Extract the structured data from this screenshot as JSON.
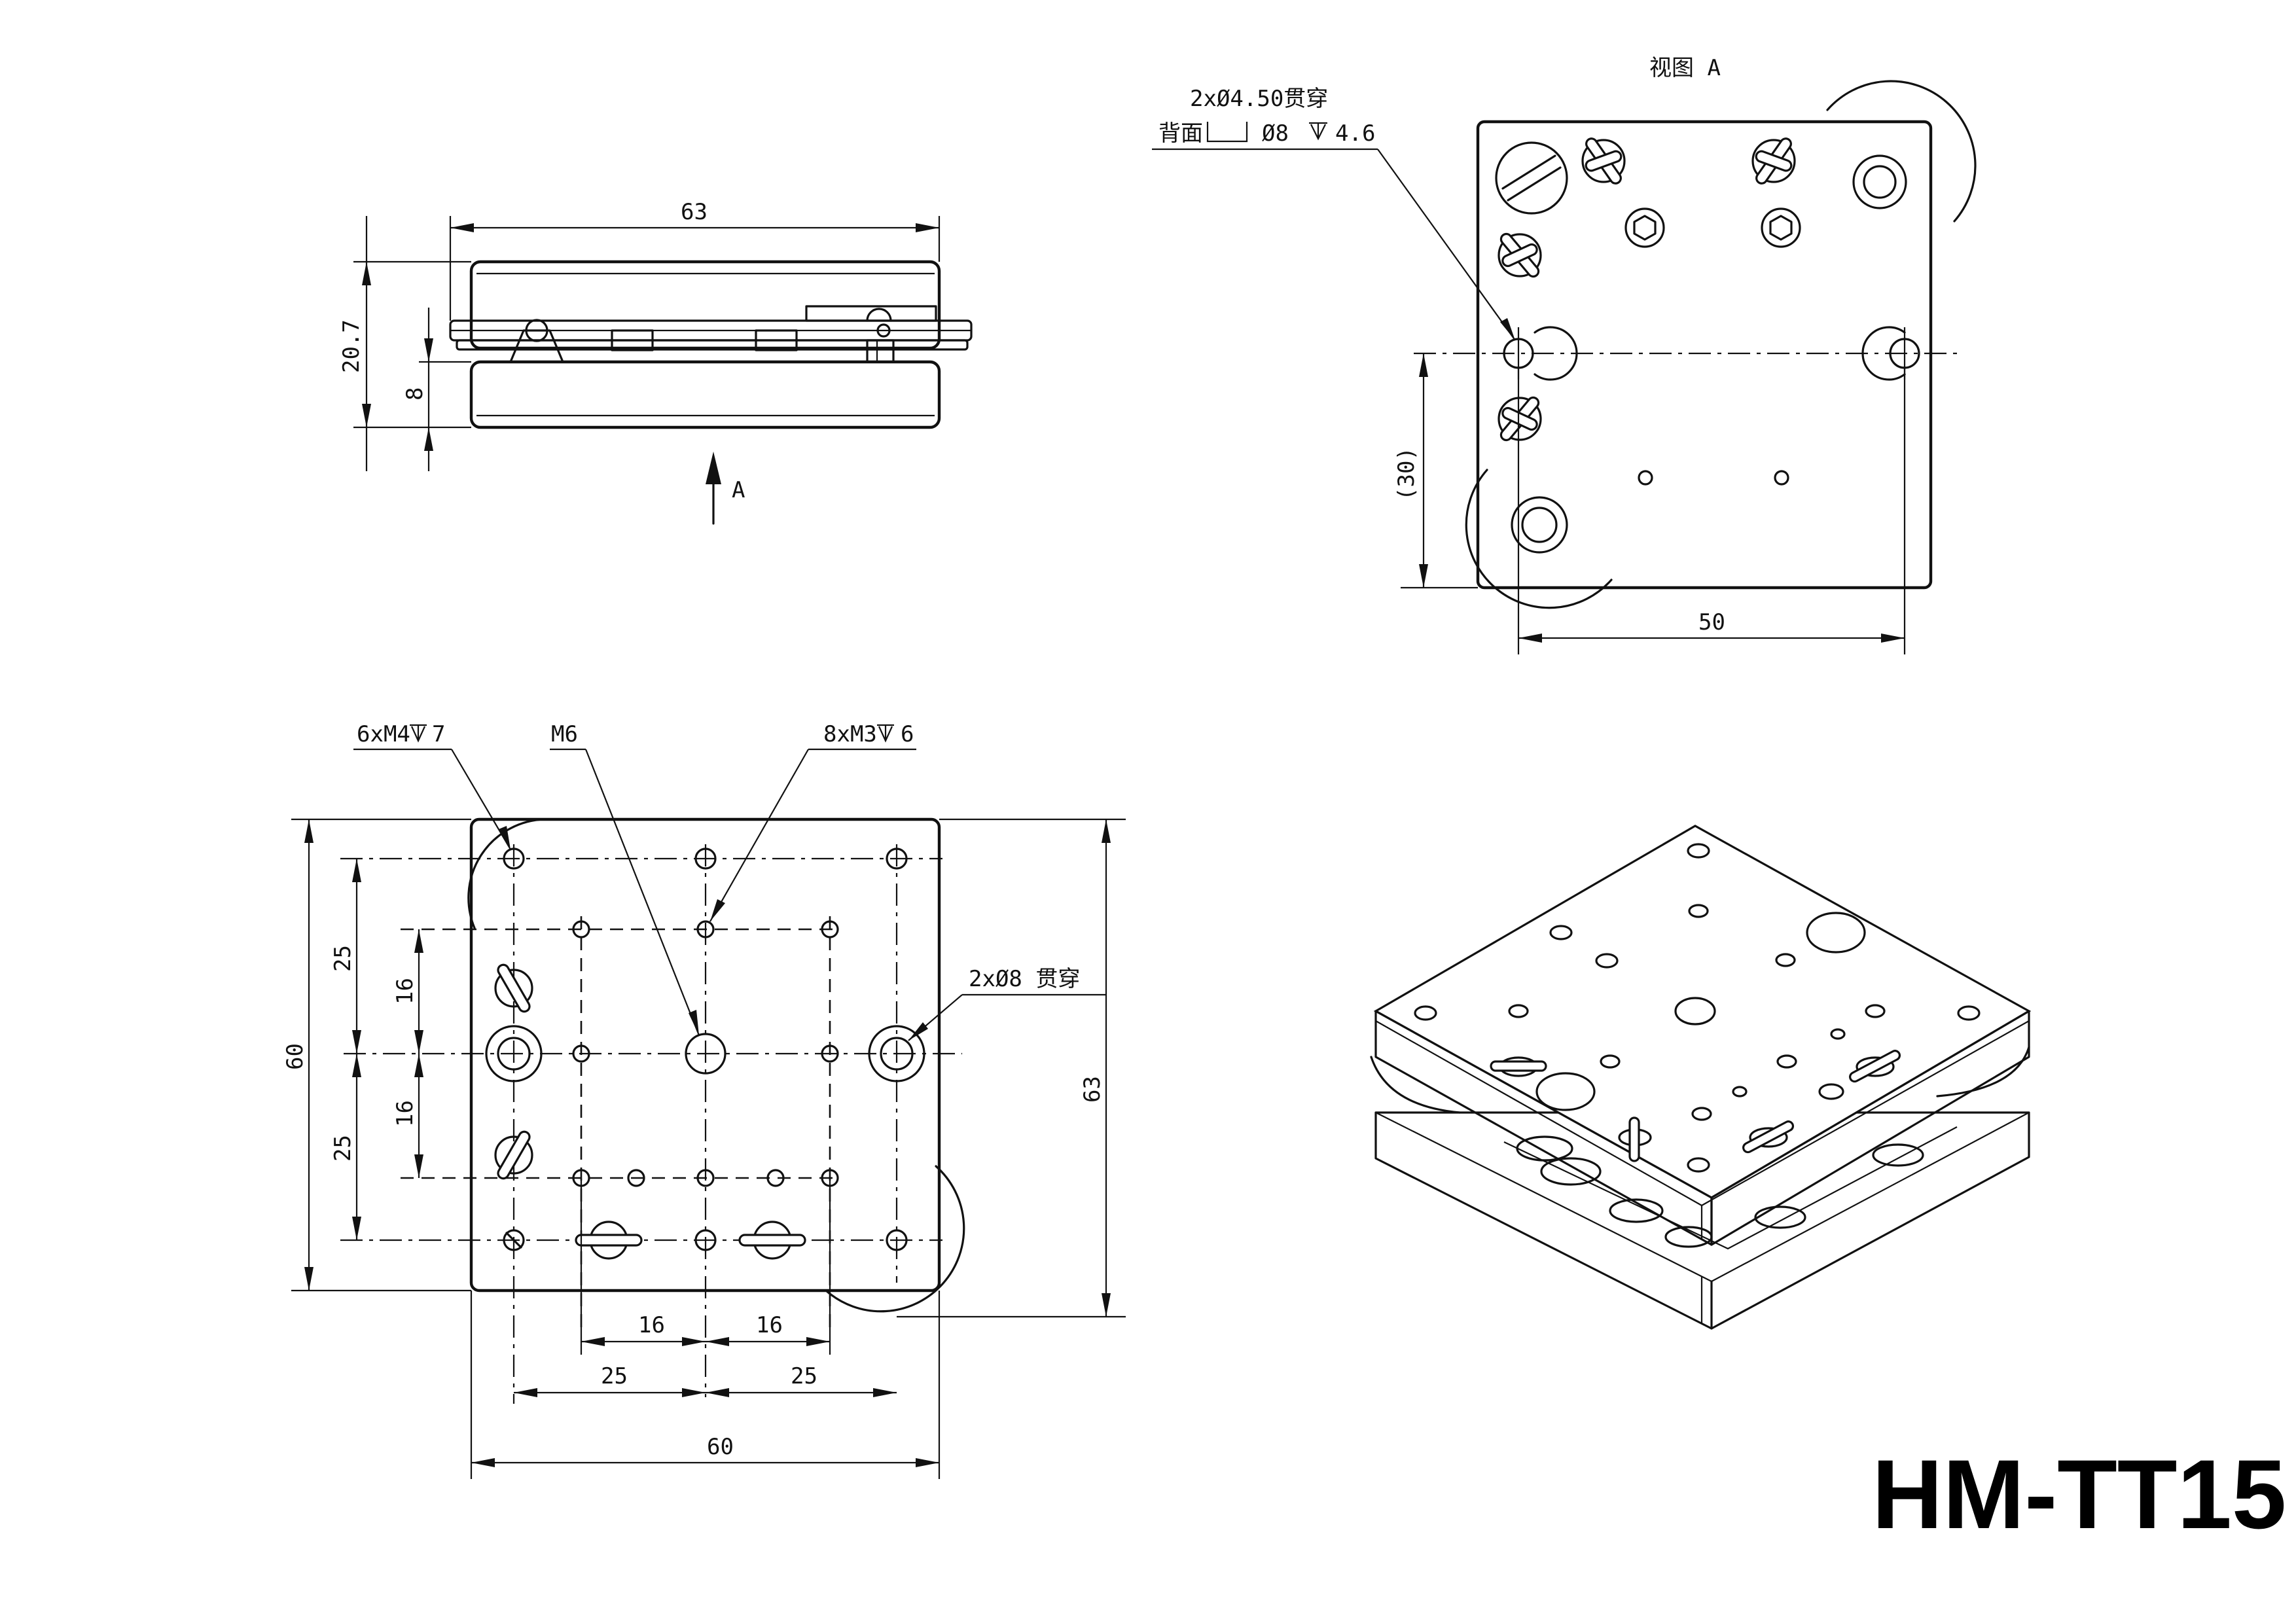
{
  "title": "HM-TT15",
  "view_a": {
    "label": "视图 A"
  },
  "view_arrow_label": "A",
  "dimensions": {
    "side_width": "63",
    "side_height": "20.7",
    "side_lower": "8",
    "va_offset": "(30)",
    "va_width": "50",
    "top_height_left": "60",
    "top_height_right": "63",
    "top_width": "60",
    "left_25a": "25",
    "left_16a": "16",
    "left_16b": "16",
    "left_25b": "25",
    "bottom_16a": "16",
    "bottom_16b": "16",
    "bottom_25a": "25",
    "bottom_25b": "25"
  },
  "callouts": {
    "m4": "6xM4",
    "m4_depth": "7",
    "m6": "M6",
    "m3": "8xM3",
    "m3_depth": "6",
    "through8": "2xØ8 贯穿",
    "hole45_line1": "2xØ4.50贯穿",
    "hole45_line2_prefix": "背面",
    "hole45_line2_dia": "Ø8",
    "hole45_line2_depth": "4.6"
  }
}
